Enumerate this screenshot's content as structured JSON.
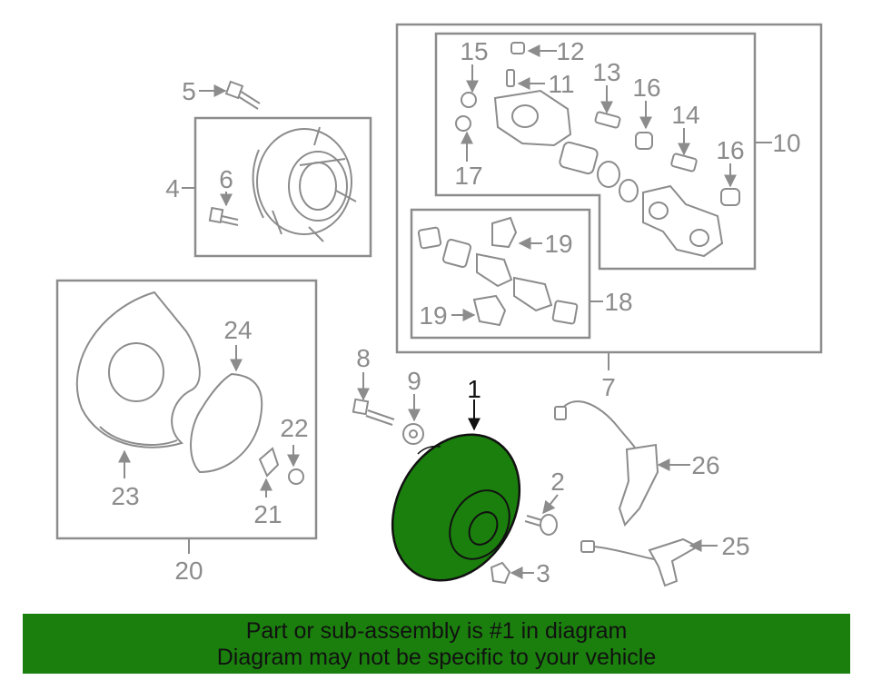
{
  "callouts": {
    "c1": "1",
    "c2": "2",
    "c3": "3",
    "c4": "4",
    "c5": "5",
    "c6": "6",
    "c7": "7",
    "c8": "8",
    "c9": "9",
    "c10": "10",
    "c11": "11",
    "c12": "12",
    "c13": "13",
    "c14": "14",
    "c15": "15",
    "c16a": "16",
    "c16b": "16",
    "c17": "17",
    "c18": "18",
    "c19a": "19",
    "c19b": "19",
    "c20": "20",
    "c21": "21",
    "c22": "22",
    "c23": "23",
    "c24": "24",
    "c25": "25",
    "c26": "26"
  },
  "banner": {
    "line1": "Part or sub-assembly is #1 in diagram",
    "line2": "Diagram may not be specific to your vehicle"
  },
  "colors": {
    "highlight_fill": "#1b7f0e",
    "banner_background": "#1b7f0e",
    "line_art": "#8c8c8c",
    "highlight_outline": "#111111"
  }
}
